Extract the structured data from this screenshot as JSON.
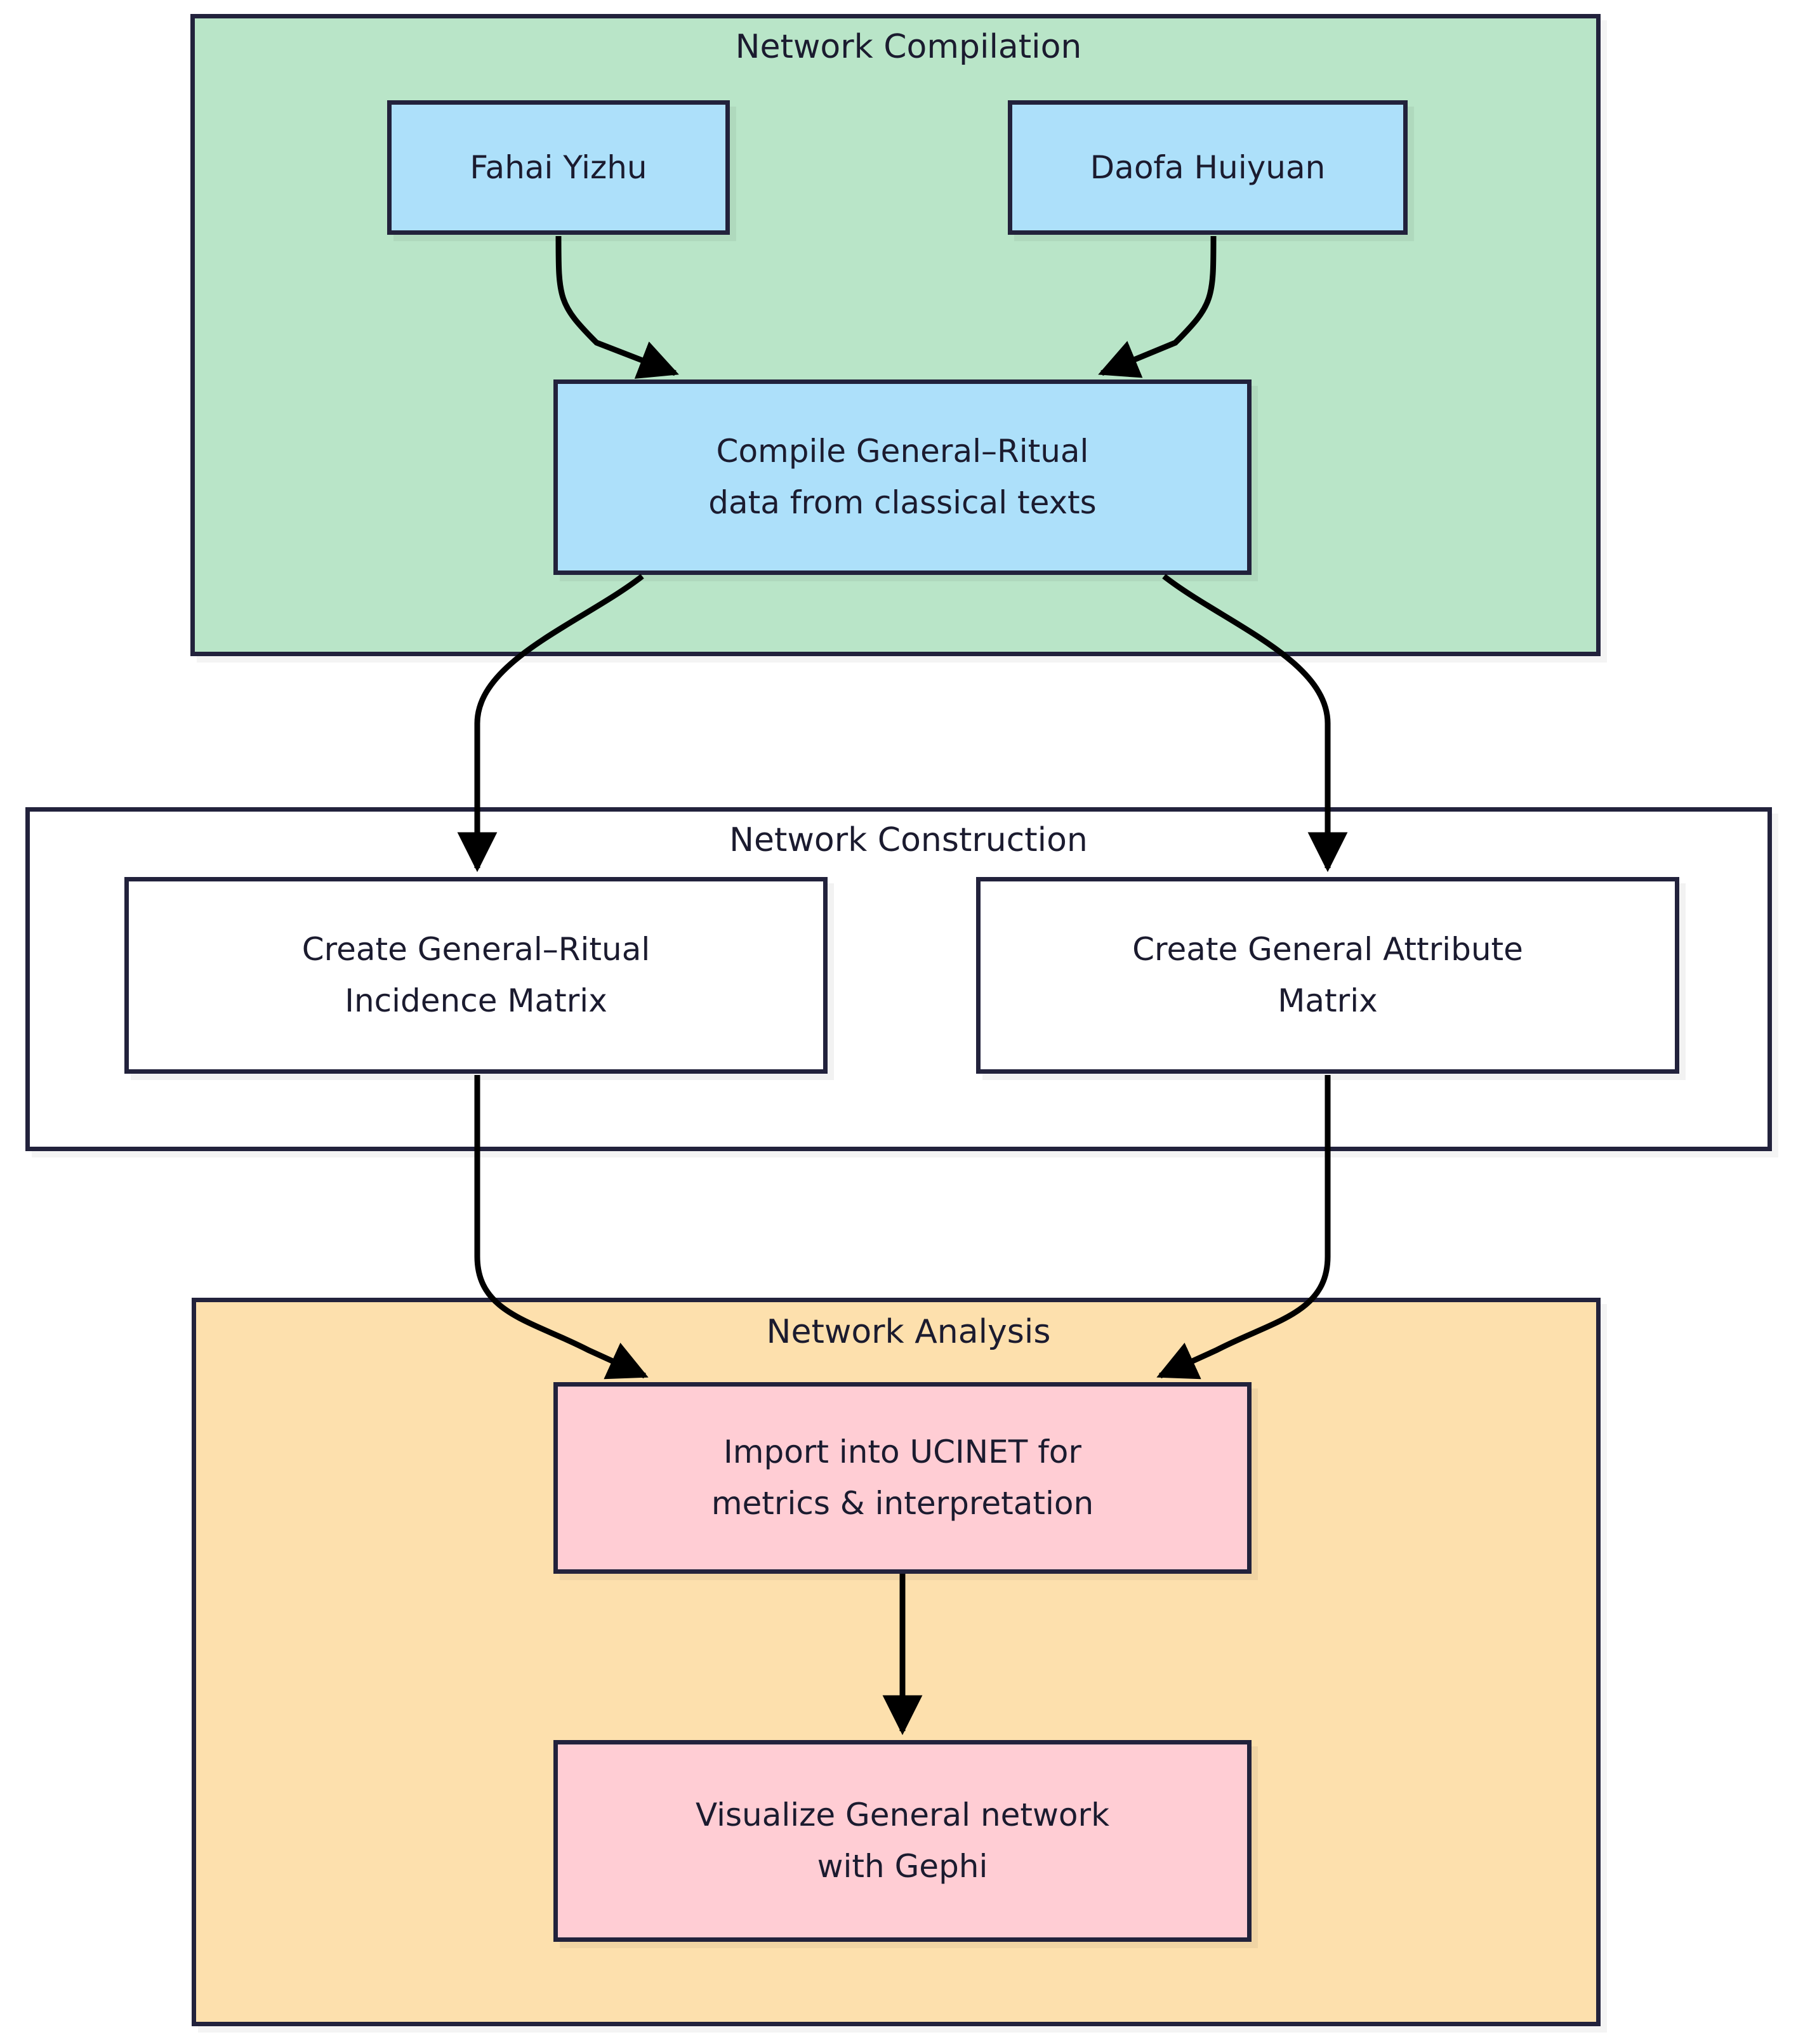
{
  "diagram": {
    "title": "Network analysis workflow flowchart",
    "colors": {
      "cluster_compilation_fill": "#b9e5c8",
      "cluster_construction_fill": "#ffffff",
      "cluster_analysis_fill": "#fde0ad",
      "node_blue_fill": "#ade0fa",
      "node_white_fill": "#ffffff",
      "node_pink_fill": "#ffcdd4",
      "border": "#22223c",
      "text": "#1b1b2f",
      "edge": "#000000",
      "background": "#ffffff"
    }
  },
  "clusters": {
    "compilation": {
      "title": "Network Compilation"
    },
    "construction": {
      "title": "Network Construction"
    },
    "analysis": {
      "title": "Network Analysis"
    }
  },
  "nodes": {
    "fahai": {
      "line1": "Fahai Yizhu"
    },
    "daofa": {
      "line1": "Daofa Huiyuan"
    },
    "compile": {
      "line1": "Compile General–Ritual",
      "line2": "data from classical texts"
    },
    "incidence": {
      "line1": "Create General–Ritual",
      "line2": "Incidence Matrix"
    },
    "attribute": {
      "line1": "Create General Attribute",
      "line2": "Matrix"
    },
    "import": {
      "line1": "Import into UCINET for",
      "line2": "metrics & interpretation"
    },
    "visualize": {
      "line1": "Visualize General network",
      "line2": "with Gephi"
    }
  },
  "edges": [
    {
      "id": "fahai-to-compile",
      "from": "fahai",
      "to": "compile",
      "style": "curved-arrow"
    },
    {
      "id": "daofa-to-compile",
      "from": "daofa",
      "to": "compile",
      "style": "curved-arrow"
    },
    {
      "id": "compile-to-incidence",
      "from": "compile",
      "to": "incidence",
      "style": "curved-arrow"
    },
    {
      "id": "compile-to-attribute",
      "from": "compile",
      "to": "attribute",
      "style": "curved-arrow"
    },
    {
      "id": "incidence-to-import",
      "from": "incidence",
      "to": "import",
      "style": "curved-arrow"
    },
    {
      "id": "attribute-to-import",
      "from": "attribute",
      "to": "import",
      "style": "curved-arrow"
    },
    {
      "id": "import-to-visualize",
      "from": "import",
      "to": "visualize",
      "style": "straight-arrow"
    }
  ]
}
